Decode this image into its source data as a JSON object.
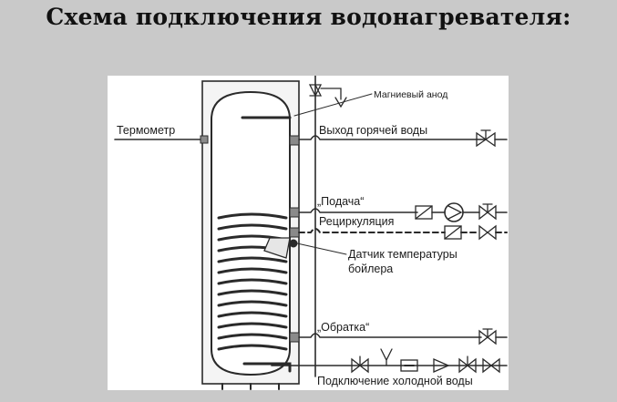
{
  "title": "Схема подключения водонагревателя:",
  "labels": {
    "magnesium_anode": "Магниевый анод",
    "thermometer": "Термометр",
    "hot_water_outlet": "Выход горячей воды",
    "supply": "„Подача“",
    "recirculation": "Рециркуляция",
    "sensor_line1": "Датчик температуры",
    "sensor_line2": "бойлера",
    "return": "„Обратка“",
    "cold_water": "Подключение холодной воды"
  },
  "colors": {
    "background": "#c9c9c9",
    "panel": "#ffffff",
    "line": "#2a2a2a"
  }
}
